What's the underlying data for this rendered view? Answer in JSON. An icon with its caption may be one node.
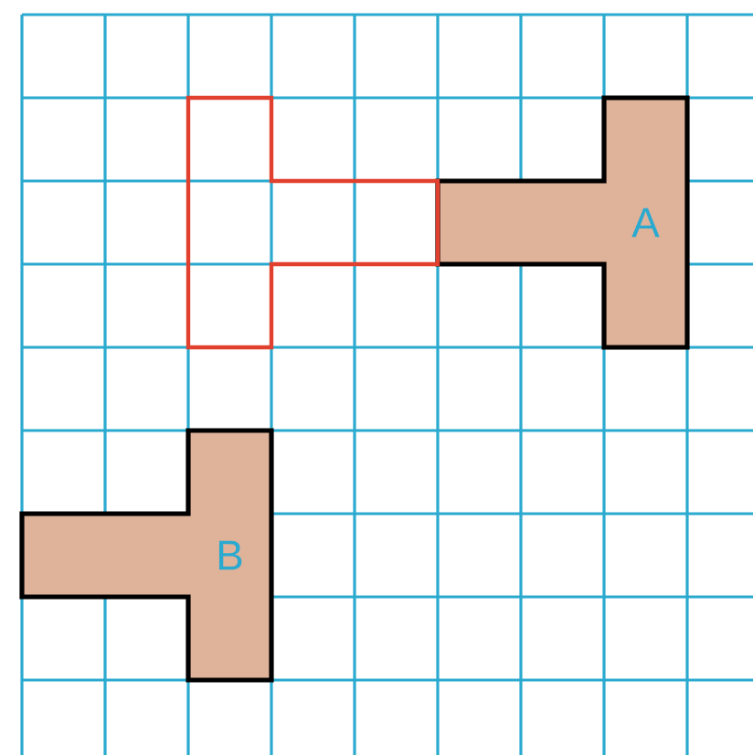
{
  "diagram": {
    "nodes": [
      {
        "text": [
          "A"
        ]
      },
      {
        "text": [],
        "shape": "polygon"
      },
      {
        "text": [
          "B"
        ]
      }
    ]
  }
}
